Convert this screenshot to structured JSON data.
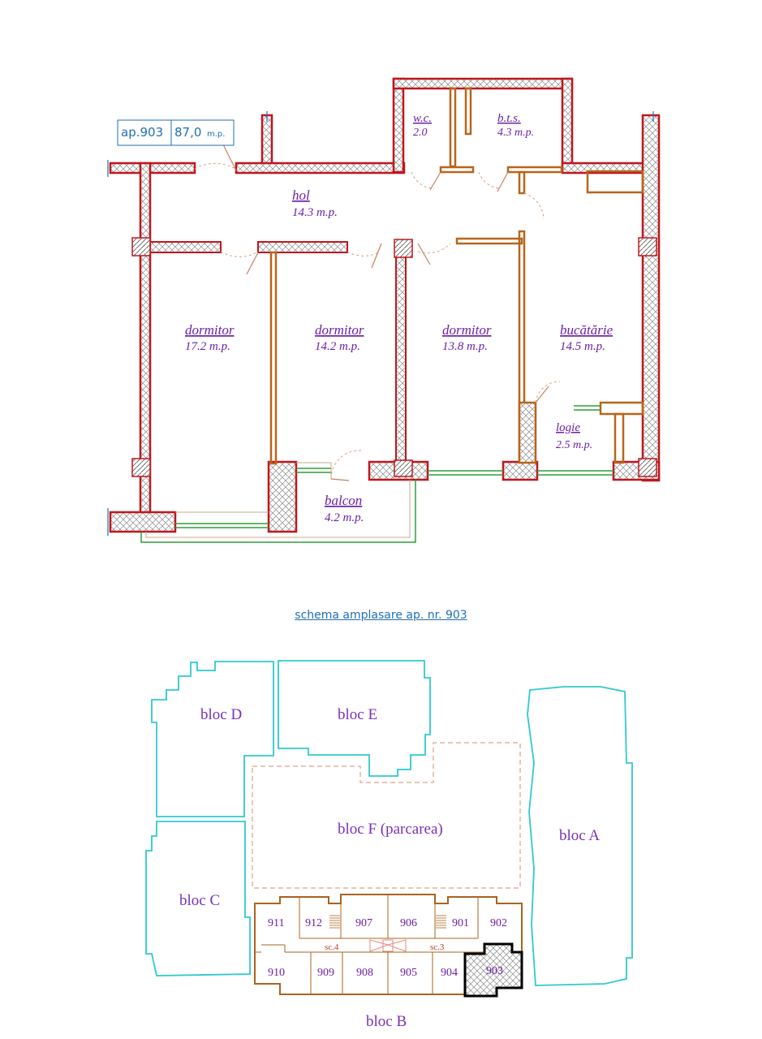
{
  "apartment": {
    "number_label": "ap.903",
    "area_value": "87,0",
    "area_unit": "m.p."
  },
  "rooms": [
    {
      "name": "w.c.",
      "area": "2.0"
    },
    {
      "name": "b.t.s.",
      "area": "4.3 m.p."
    },
    {
      "name": "hol",
      "area": "14.3 m.p."
    },
    {
      "name": "dormitor",
      "area": "17.2 m.p."
    },
    {
      "name": "dormitor",
      "area": "14.2 m.p."
    },
    {
      "name": "dormitor",
      "area": "13.8 m.p."
    },
    {
      "name": "bucătărie",
      "area": "14.5 m.p."
    },
    {
      "name": "logie",
      "area": "2.5 m.p."
    },
    {
      "name": "balcon",
      "area": "4.2 m.p."
    }
  ],
  "caption": "schema amplasare ap. nr. 903",
  "site_plan": {
    "blocks": [
      "bloc D",
      "bloc E",
      "bloc F (parcarea)",
      "bloc A",
      "bloc C",
      "bloc B"
    ],
    "units_top": [
      "911",
      "912",
      "907",
      "906",
      "901",
      "902"
    ],
    "units_bottom": [
      "910",
      "909",
      "908",
      "905",
      "904",
      "903"
    ],
    "stairs": [
      "sc.4",
      "sc.3"
    ],
    "highlighted_unit": "903"
  },
  "colors": {
    "exterior_wall": "#c0161d",
    "interior_wall": "#b8651a",
    "window": "#2e9e3a",
    "text": "#6b1fa8",
    "caption": "#1f6fb2",
    "block_outline": "#2ec9cf",
    "parking_outline": "#e0a08a",
    "bloc_b_outline": "#a9641e"
  }
}
